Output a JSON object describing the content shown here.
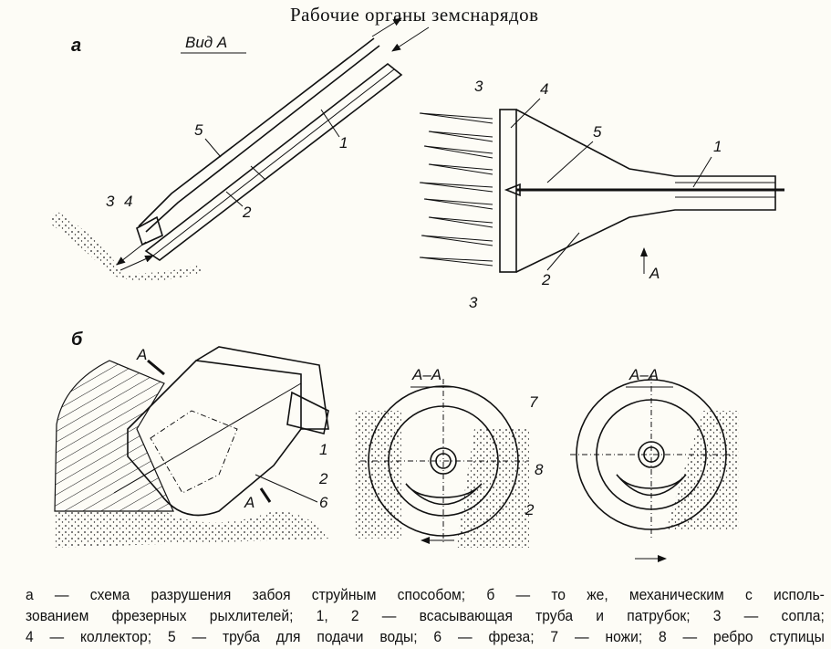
{
  "title": "Рабочие органы земснарядов",
  "panel_a": {
    "letter": "а",
    "view_label": "Вид А",
    "left_labels": [
      "5",
      "1",
      "2",
      "3",
      "4"
    ],
    "right_labels": [
      "3",
      "4",
      "5",
      "1",
      "2",
      "3",
      "A"
    ]
  },
  "panel_b": {
    "letter": "б",
    "left_labels": [
      "A",
      "A",
      "1",
      "2",
      "6"
    ],
    "section_labels": [
      "A–A",
      "A–A"
    ],
    "middle_labels": [
      "7",
      "8",
      "2"
    ]
  },
  "caption": [
    "а — схема разрушения забоя струйным способом; б — то же, механическим с исполь-",
    "зованием фрезерных рыхлителей; 1, 2 — всасывающая труба и патрубок; 3 — сопла;",
    "4 — коллектор; 5 — труба для подачи воды; 6 — фреза; 7 — ножи; 8 — ребро ступицы"
  ]
}
